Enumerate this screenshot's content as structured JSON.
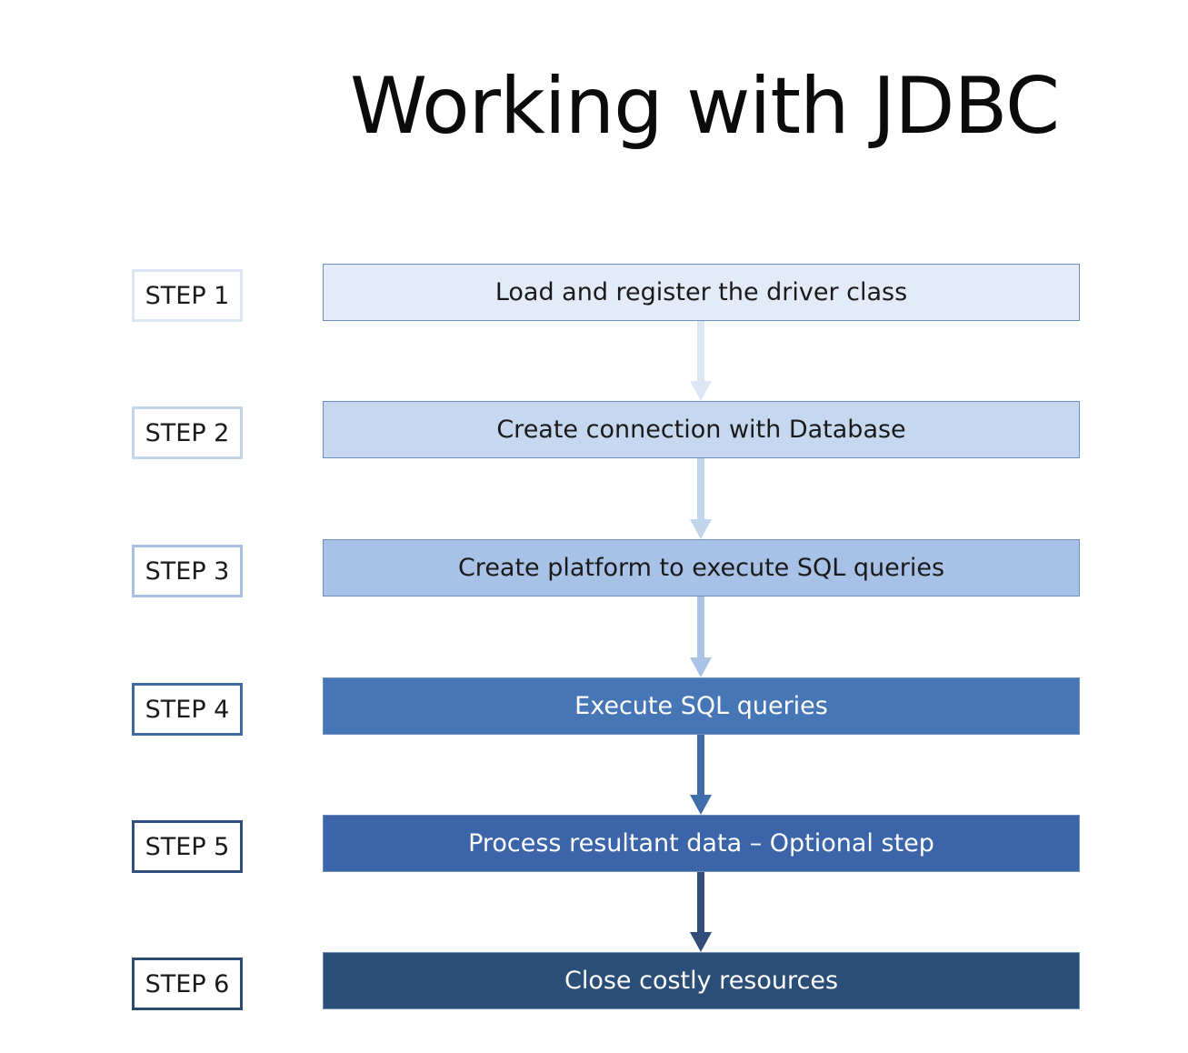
{
  "title": "Working with JDBC",
  "steps": [
    {
      "label": "STEP 1",
      "text": "Load and register the driver class",
      "fill": "#e2ebf7",
      "text_color": "#1a1a1a",
      "label_border": "#dde6f3",
      "arrow_color": "#dde7f4"
    },
    {
      "label": "STEP 2",
      "text": "Create connection with Database",
      "fill": "#c6d8ef",
      "text_color": "#1a1a1a",
      "label_border": "#c3d5ec",
      "arrow_color": "#c2d5ec"
    },
    {
      "label": "STEP 3",
      "text": "Create platform to execute SQL queries",
      "fill": "#a7c2e6",
      "text_color": "#1a1a1a",
      "label_border": "#a6c0e4",
      "arrow_color": "#a9c3e6"
    },
    {
      "label": "STEP 4",
      "text": "Execute SQL queries",
      "fill": "#4676b5",
      "text_color": "#ffffff",
      "label_border": "#3e6aa6",
      "arrow_color": "#3f6daa"
    },
    {
      "label": "STEP 5",
      "text": "Process resultant data – Optional step",
      "fill": "#3b64a9",
      "text_color": "#ffffff",
      "label_border": "#2f4f7e",
      "arrow_color": "#2f4d78"
    },
    {
      "label": "STEP 6",
      "text": "Close costly resources",
      "fill": "#2b4e78",
      "text_color": "#ffffff",
      "label_border": "#2d4a72",
      "arrow_color": null
    }
  ]
}
